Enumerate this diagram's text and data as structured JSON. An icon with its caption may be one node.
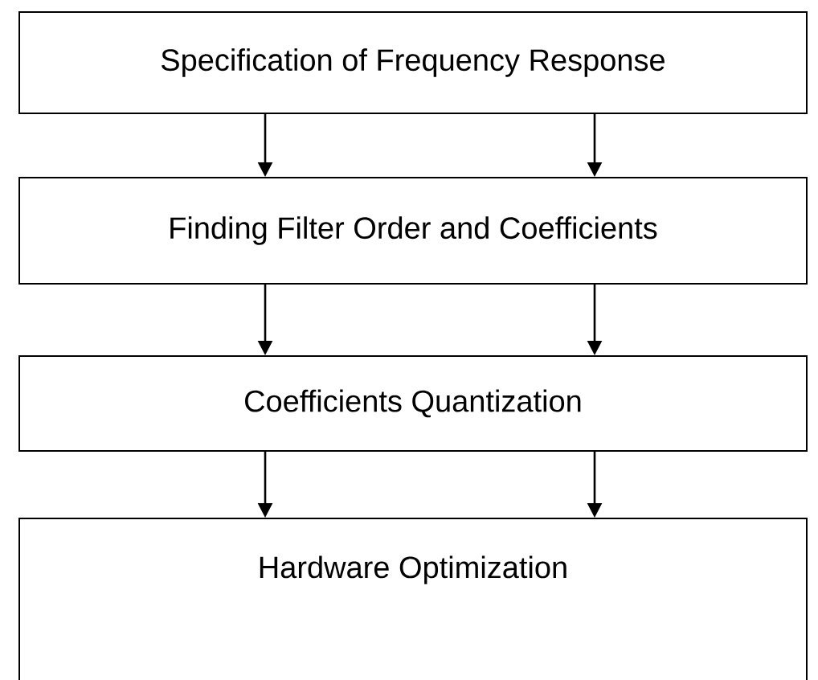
{
  "diagram": {
    "nodes": [
      {
        "text": [
          "Specification of Frequency Response"
        ]
      },
      {
        "text": [
          "Finding Filter Order and Coefficients"
        ]
      },
      {
        "text": [
          "Coefficients Quantization"
        ]
      },
      {
        "text": [
          "Hardware Optimization"
        ]
      }
    ],
    "edges": [
      {
        "from": 0,
        "to": 1,
        "arrow": "to"
      },
      {
        "from": 0,
        "to": 1,
        "arrow": "to"
      },
      {
        "from": 1,
        "to": 2,
        "arrow": "to"
      },
      {
        "from": 1,
        "to": 2,
        "arrow": "to"
      },
      {
        "from": 2,
        "to": 3,
        "arrow": "to"
      },
      {
        "from": 2,
        "to": 3,
        "arrow": "to"
      }
    ]
  }
}
